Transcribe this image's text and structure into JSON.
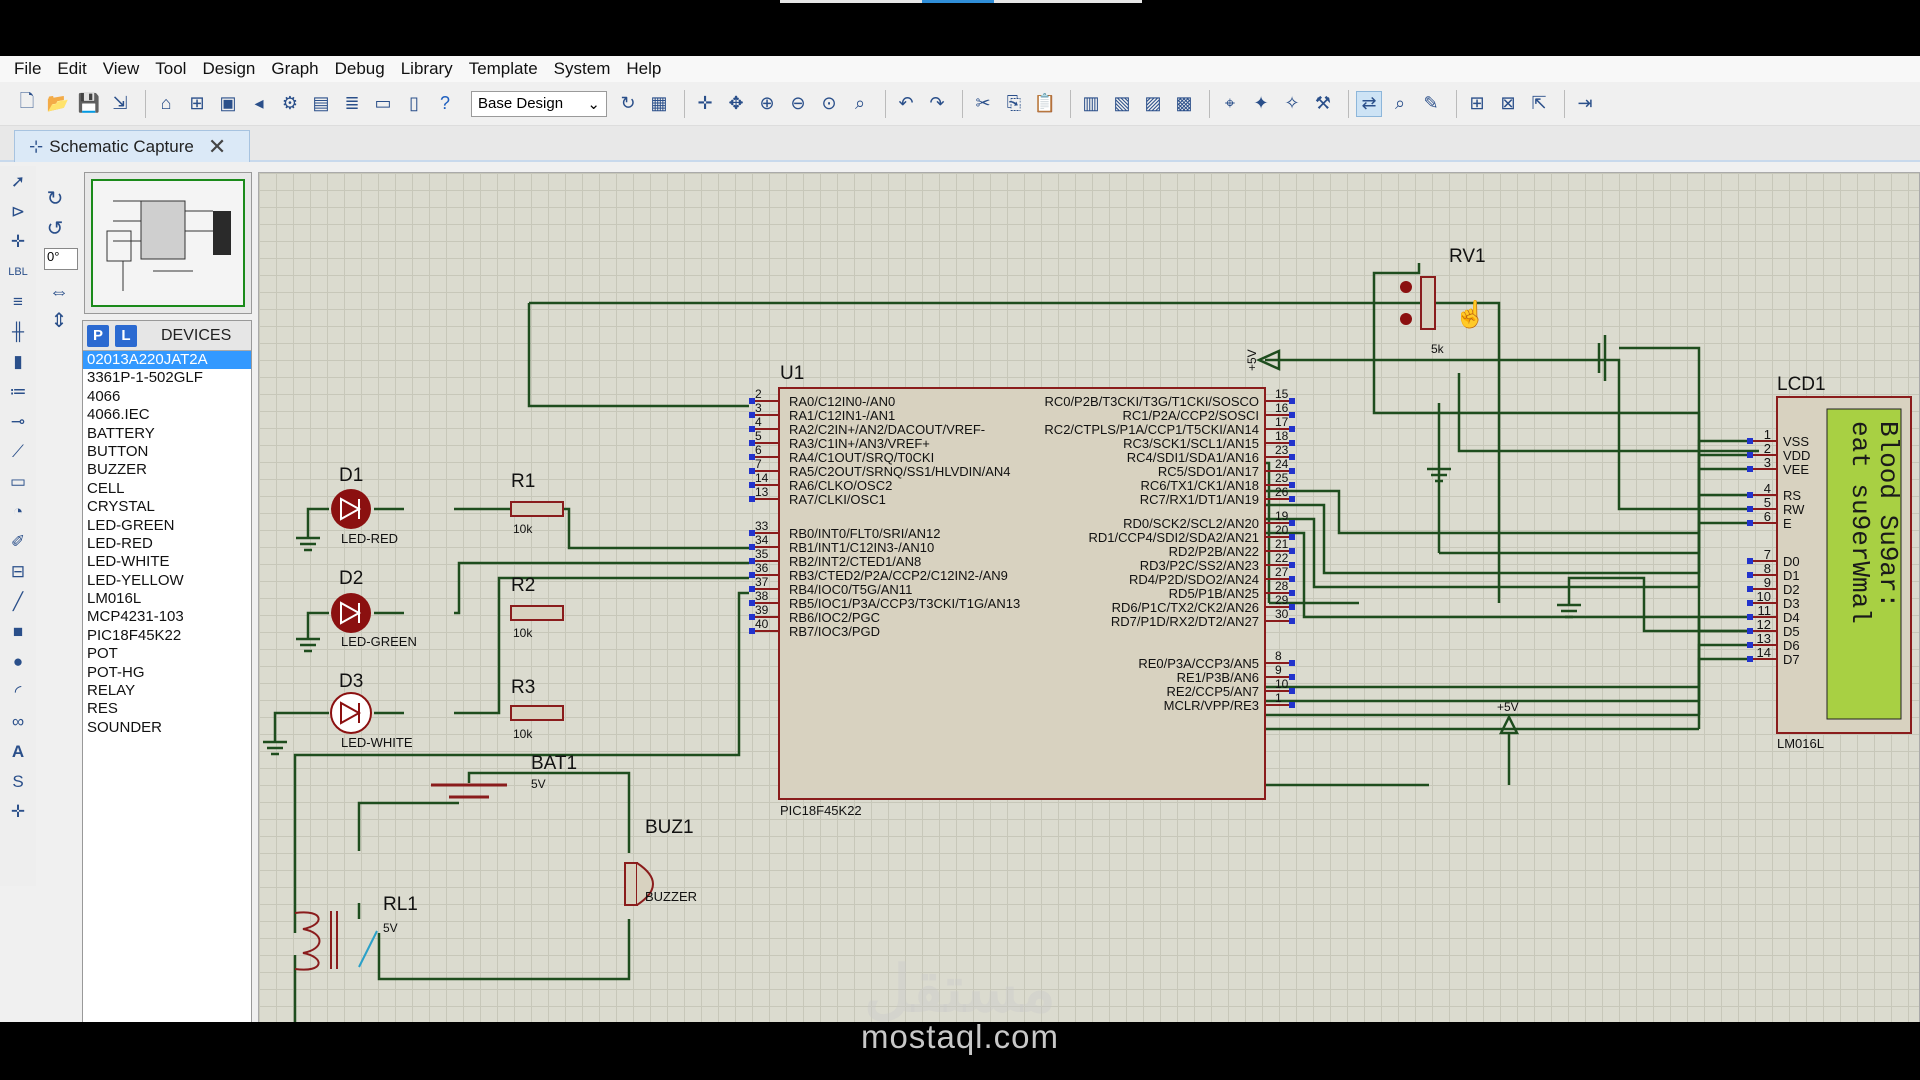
{
  "menu": [
    "File",
    "Edit",
    "View",
    "Tool",
    "Design",
    "Graph",
    "Debug",
    "Library",
    "Template",
    "System",
    "Help"
  ],
  "toolbar": {
    "design_select": "Base Design"
  },
  "tab": {
    "label": "Schematic Capture",
    "close": "✕"
  },
  "angle_field": "0°",
  "devices": {
    "title": "DEVICES",
    "p_label": "P",
    "l_label": "L",
    "items": [
      "02013A220JAT2A",
      "3361P-1-502GLF",
      "4066",
      "4066.IEC",
      "BATTERY",
      "BUTTON",
      "BUZZER",
      "CELL",
      "CRYSTAL",
      "LED-GREEN",
      "LED-RED",
      "LED-WHITE",
      "LED-YELLOW",
      "LM016L",
      "MCP4231-103",
      "PIC18F45K22",
      "POT",
      "POT-HG",
      "RELAY",
      "RES",
      "SOUNDER"
    ],
    "selected": "02013A220JAT2A"
  },
  "schematic": {
    "u1": {
      "ref": "U1",
      "part": "PIC18F45K22",
      "left_pins": [
        {
          "num": "2",
          "name": "RA0/C12IN0-/AN0"
        },
        {
          "num": "3",
          "name": "RA1/C12IN1-/AN1"
        },
        {
          "num": "4",
          "name": "RA2/C2IN+/AN2/DACOUT/VREF-"
        },
        {
          "num": "5",
          "name": "RA3/C1IN+/AN3/VREF+"
        },
        {
          "num": "6",
          "name": "RA4/C1OUT/SRQ/T0CKI"
        },
        {
          "num": "7",
          "name": "RA5/C2OUT/SRNQ/SS1/HLVDIN/AN4"
        },
        {
          "num": "14",
          "name": "RA6/CLKO/OSC2"
        },
        {
          "num": "13",
          "name": "RA7/CLKI/OSC1"
        },
        {
          "num": "33",
          "name": "RB0/INT0/FLT0/SRI/AN12"
        },
        {
          "num": "34",
          "name": "RB1/INT1/C12IN3-/AN10"
        },
        {
          "num": "35",
          "name": "RB2/INT2/CTED1/AN8"
        },
        {
          "num": "36",
          "name": "RB3/CTED2/P2A/CCP2/C12IN2-/AN9"
        },
        {
          "num": "37",
          "name": "RB4/IOC0/T5G/AN11"
        },
        {
          "num": "38",
          "name": "RB5/IOC1/P3A/CCP3/T3CKI/T1G/AN13"
        },
        {
          "num": "39",
          "name": "RB6/IOC2/PGC"
        },
        {
          "num": "40",
          "name": "RB7/IOC3/PGD"
        }
      ],
      "right_pins": [
        {
          "num": "15",
          "name": "RC0/P2B/T3CKI/T3G/T1CKI/SOSCO"
        },
        {
          "num": "16",
          "name": "RC1/P2A/CCP2/SOSCI"
        },
        {
          "num": "17",
          "name": "RC2/CTPLS/P1A/CCP1/T5CKI/AN14"
        },
        {
          "num": "18",
          "name": "RC3/SCK1/SCL1/AN15"
        },
        {
          "num": "23",
          "name": "RC4/SDI1/SDA1/AN16"
        },
        {
          "num": "24",
          "name": "RC5/SDO1/AN17"
        },
        {
          "num": "25",
          "name": "RC6/TX1/CK1/AN18"
        },
        {
          "num": "26",
          "name": "RC7/RX1/DT1/AN19"
        },
        {
          "num": "19",
          "name": "RD0/SCK2/SCL2/AN20"
        },
        {
          "num": "20",
          "name": "RD1/CCP4/SDI2/SDA2/AN21"
        },
        {
          "num": "21",
          "name": "RD2/P2B/AN22"
        },
        {
          "num": "22",
          "name": "RD3/P2C/SS2/AN23"
        },
        {
          "num": "27",
          "name": "RD4/P2D/SDO2/AN24"
        },
        {
          "num": "28",
          "name": "RD5/P1B/AN25"
        },
        {
          "num": "29",
          "name": "RD6/P1C/TX2/CK2/AN26"
        },
        {
          "num": "30",
          "name": "RD7/P1D/RX2/DT2/AN27"
        },
        {
          "num": "8",
          "name": "RE0/P3A/CCP3/AN5"
        },
        {
          "num": "9",
          "name": "RE1/P3B/AN6"
        },
        {
          "num": "10",
          "name": "RE2/CCP5/AN7"
        },
        {
          "num": "1",
          "name": "MCLR/VPP/RE3"
        }
      ]
    },
    "lcd": {
      "ref": "LCD1",
      "part": "LM016L",
      "line1": "Blood Su9ar:",
      "line2": "eat su9erWmal",
      "pins": [
        {
          "num": "1",
          "name": "VSS"
        },
        {
          "num": "2",
          "name": "VDD"
        },
        {
          "num": "3",
          "name": "VEE"
        },
        {
          "num": "4",
          "name": "RS"
        },
        {
          "num": "5",
          "name": "RW"
        },
        {
          "num": "6",
          "name": "E"
        },
        {
          "num": "7",
          "name": "D0"
        },
        {
          "num": "8",
          "name": "D1"
        },
        {
          "num": "9",
          "name": "D2"
        },
        {
          "num": "10",
          "name": "D3"
        },
        {
          "num": "11",
          "name": "D4"
        },
        {
          "num": "12",
          "name": "D5"
        },
        {
          "num": "13",
          "name": "D6"
        },
        {
          "num": "14",
          "name": "D7"
        }
      ]
    },
    "d1": {
      "ref": "D1",
      "part": "LED-RED"
    },
    "d2": {
      "ref": "D2",
      "part": "LED-GREEN"
    },
    "d3": {
      "ref": "D3",
      "part": "LED-WHITE"
    },
    "r1": {
      "ref": "R1",
      "value": "10k"
    },
    "r2": {
      "ref": "R2",
      "value": "10k"
    },
    "r3": {
      "ref": "R3",
      "value": "10k"
    },
    "rv1": {
      "ref": "RV1",
      "value": "5k"
    },
    "bat1": {
      "ref": "BAT1",
      "value": "5V"
    },
    "buz1": {
      "ref": "BUZ1",
      "part": "BUZZER"
    },
    "rl1": {
      "ref": "RL1",
      "value": "5V"
    },
    "power1": "+5V",
    "power2": "+5V"
  },
  "watermark": "mostaql.com",
  "watermark_ar": "مستقل",
  "colors": {
    "wire": "#1e4d1e",
    "component": "#8a1c1c",
    "chip_fill": "#d8d2c0",
    "lcd_screen": "#a8d043",
    "canvas": "#dbdbcf",
    "selection": "#3399ff"
  }
}
